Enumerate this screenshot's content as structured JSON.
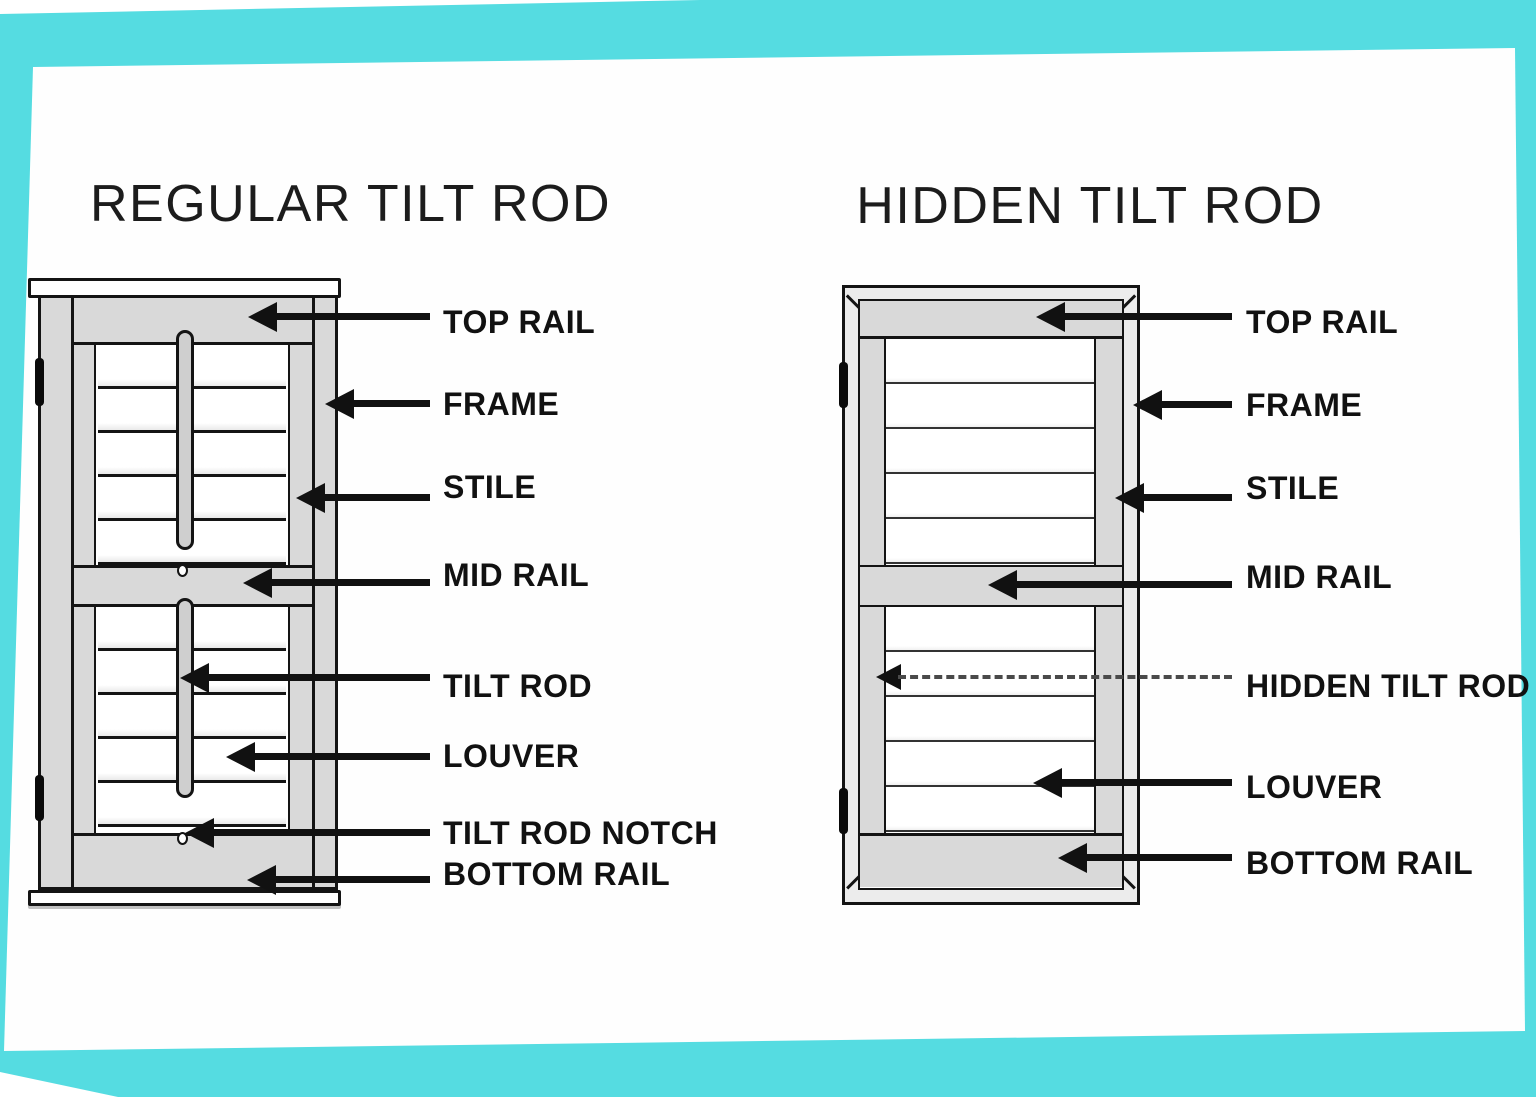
{
  "colors": {
    "teal_border": "#55dce1",
    "panel_white": "#fefefe",
    "shutter_gray": "#d9d9d9",
    "line_black": "#141414"
  },
  "left": {
    "title": "REGULAR TILT ROD",
    "labels": [
      "TOP RAIL",
      "FRAME",
      "STILE",
      "MID RAIL",
      "TILT ROD",
      "LOUVER",
      "TILT ROD NOTCH",
      "BOTTOM RAIL"
    ]
  },
  "right": {
    "title": "HIDDEN TILT ROD",
    "labels": [
      "TOP RAIL",
      "FRAME",
      "STILE",
      "MID RAIL",
      "HIDDEN TILT ROD",
      "LOUVER",
      "BOTTOM RAIL"
    ]
  }
}
